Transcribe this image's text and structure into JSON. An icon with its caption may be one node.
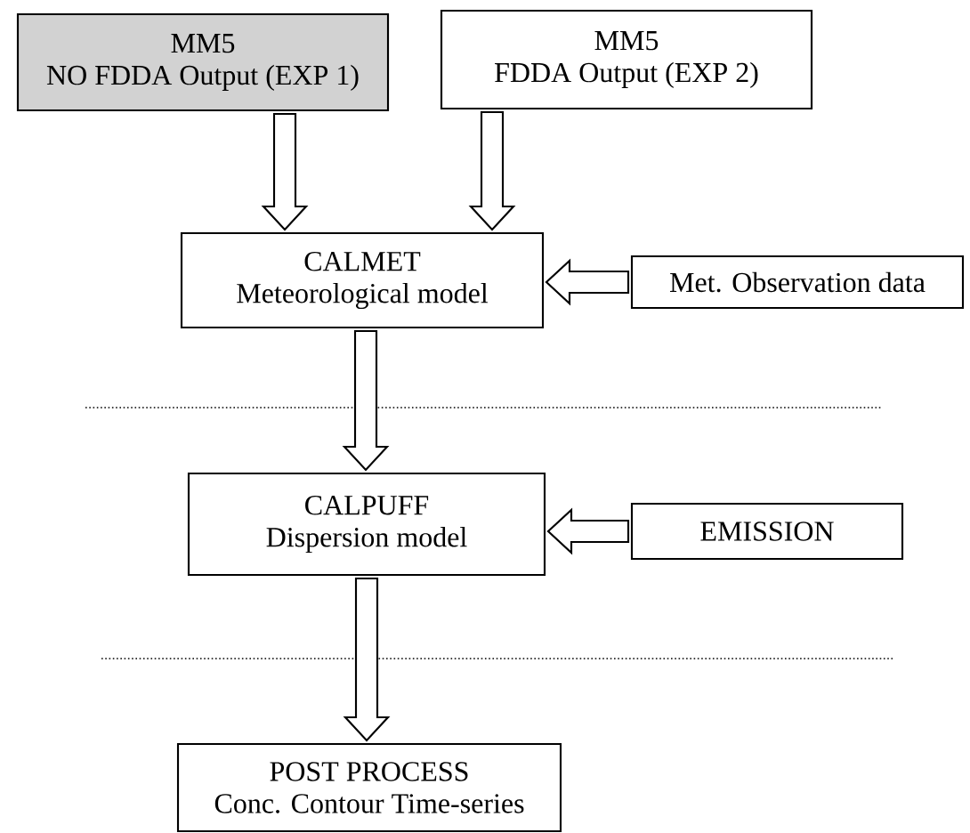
{
  "diagram": {
    "nodes": [
      {
        "text": [
          "MM5",
          "NO FDDA Output (EXP 1)"
        ]
      },
      {
        "text": [
          "MM5",
          "FDDA Output (EXP 2)"
        ]
      },
      {
        "text": [
          "CALMET",
          "Meteorological model"
        ]
      },
      {
        "text": [
          "Met. Observation data"
        ]
      },
      {
        "text": [
          "CALPUFF",
          "Dispersion model"
        ]
      },
      {
        "text": [
          "EMISSION"
        ]
      },
      {
        "text": [
          "POST PROCESS",
          "Conc. Contour Time-series"
        ]
      }
    ],
    "edges": [
      {
        "from": 0,
        "to": 2,
        "arrow": "to"
      },
      {
        "from": 1,
        "to": 2,
        "arrow": "to"
      },
      {
        "from": 3,
        "to": 2,
        "arrow": "to"
      },
      {
        "from": 2,
        "to": 4,
        "arrow": "to"
      },
      {
        "from": 5,
        "to": 4,
        "arrow": "to"
      },
      {
        "from": 4,
        "to": 6,
        "arrow": "to"
      }
    ]
  }
}
